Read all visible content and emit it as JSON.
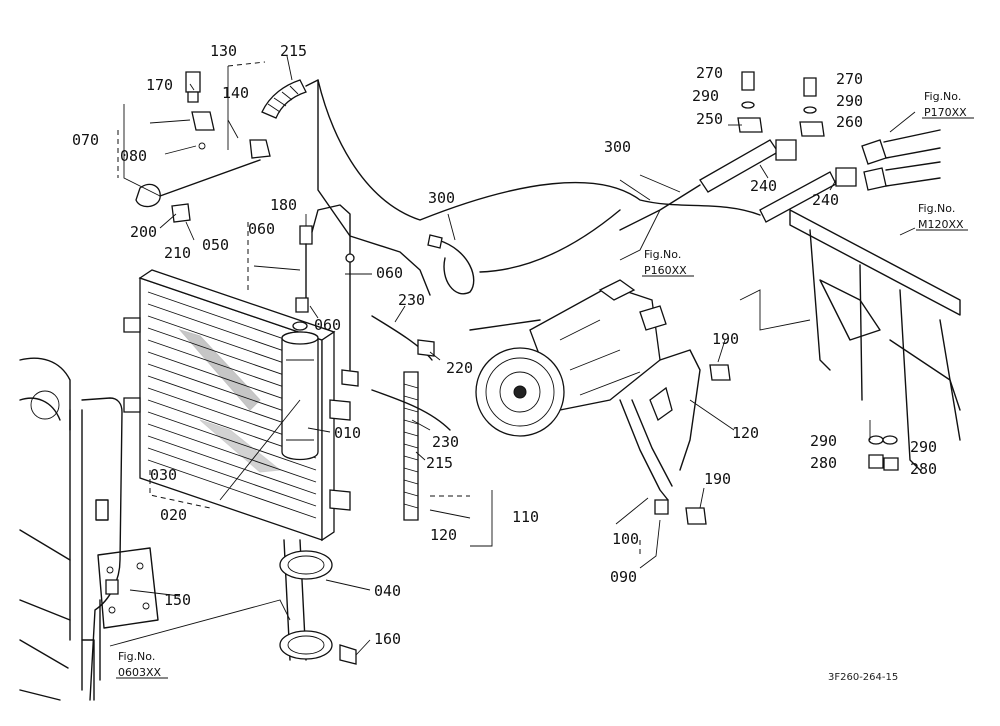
{
  "callouts": {
    "c070": "070",
    "c080": "080",
    "c130": "130",
    "c140": "140",
    "c170": "170",
    "c215a": "215",
    "c200": "200",
    "c210": "210",
    "c180": "180",
    "c060a": "060",
    "c050": "050",
    "c060b": "060",
    "c060c": "060",
    "c300a": "300",
    "c300b": "300",
    "c230a": "230",
    "c220": "220",
    "c230b": "230",
    "c215b": "215",
    "c010": "010",
    "c030": "030",
    "c020": "020",
    "c110": "110",
    "c120a": "120",
    "c040": "040",
    "c150": "150",
    "c160": "160",
    "c190a": "190",
    "c120b": "120",
    "c190b": "190",
    "c100": "100",
    "c090": "090",
    "c270a": "270",
    "c290a": "290",
    "c250": "250",
    "c270b": "270",
    "c290b": "290",
    "c260": "260",
    "c240a": "240",
    "c240b": "240",
    "c290c": "290",
    "c290d": "290",
    "c280a": "280",
    "c280b": "280"
  },
  "figure_refs": {
    "p170": {
      "line1": "Fig.No.",
      "line2": "P170XX"
    },
    "m120": {
      "line1": "Fig.No.",
      "line2": "M120XX"
    },
    "p160": {
      "line1": "Fig.No.",
      "line2": "P160XX"
    },
    "f0603": {
      "line1": "Fig.No.",
      "line2": "0603XX"
    }
  },
  "drawing_code": "3F260-264-15"
}
